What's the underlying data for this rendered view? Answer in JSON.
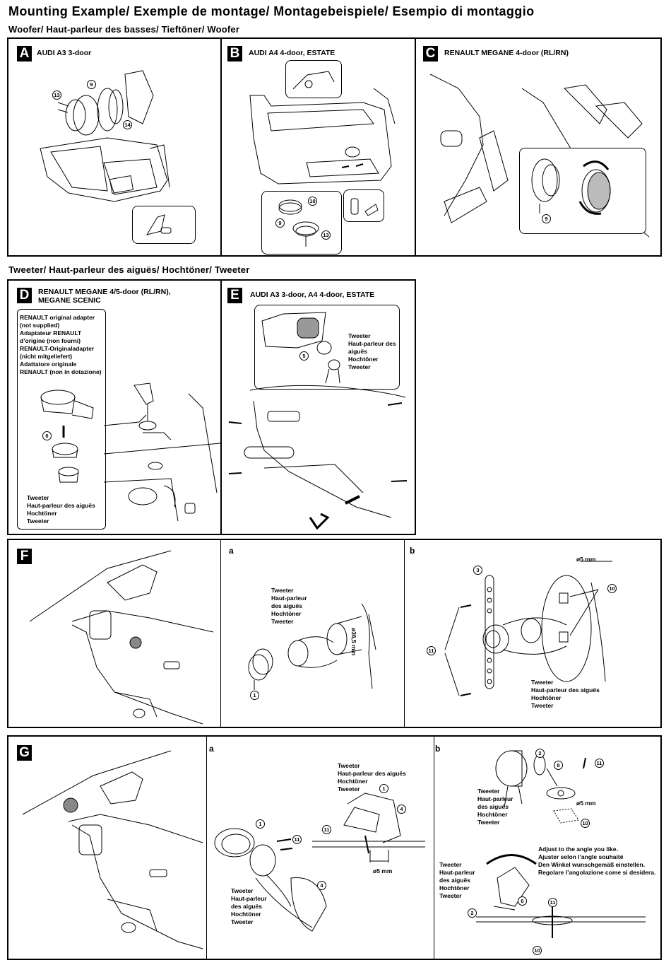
{
  "header": {
    "title": "Mounting Example/ Exemple de montage/ Montagebeispiele/ Esempio di montaggio",
    "woofer_heading": "Woofer/ Haut-parleur des basses/ Tieftöner/ Woofer",
    "tweeter_heading": "Tweeter/ Haut-parleur des aiguës/ Hochtöner/ Tweeter"
  },
  "panels": {
    "A": {
      "letter": "A",
      "title": "AUDI A3 3-door",
      "callouts": [
        "13",
        "9",
        "14"
      ]
    },
    "B": {
      "letter": "B",
      "title": "AUDI A4 4-door, ESTATE",
      "callouts": [
        "10",
        "9",
        "13"
      ]
    },
    "C": {
      "letter": "C",
      "title": "RENAULT MEGANE 4-door (RL/RN)",
      "callouts": [
        "9"
      ]
    },
    "D": {
      "letter": "D",
      "title_line1": "RENAULT MEGANE 4/5-door (RL/RN),",
      "title_line2": "MEGANE SCENIC",
      "adapter_lines": [
        "RENAULT original adapter",
        "(not supplied)",
        "Adaptateur RENAULT",
        "d’origine (non fourni)",
        "RENAULT-Originaladapter",
        "(nicht mitgeliefert)",
        "Adattatore originale",
        "RENAULT (non in dotazione)"
      ],
      "tweeter_lines": [
        "Tweeter",
        "Haut-parleur des aiguës",
        "Hochtöner",
        "Tweeter"
      ],
      "callouts": [
        "6"
      ]
    },
    "E": {
      "letter": "E",
      "title": "AUDI A3 3-door, A4 4-door, ESTATE",
      "tweeter_lines": [
        "Tweeter",
        "Haut-parleur des",
        "aiguës",
        "Hochtöner",
        "Tweeter"
      ],
      "callouts": [
        "5"
      ]
    },
    "F": {
      "letter": "F",
      "sub_a": "a",
      "sub_b": "b",
      "a_tweeter_lines": [
        "Tweeter",
        "Haut-parleur",
        "des aiguës",
        "Hochtöner",
        "Tweeter"
      ],
      "a_dimension": "ø36,5 mm",
      "a_callouts": [
        "1"
      ],
      "b_dimension": "ø5 mm",
      "b_tweeter_lines": [
        "Tweeter",
        "Haut-parleur des aiguës",
        "Hochtöner",
        "Tweeter"
      ],
      "b_callouts": [
        "3",
        "10",
        "11"
      ]
    },
    "G": {
      "letter": "G",
      "sub_a": "a",
      "sub_b": "b",
      "a_top_tweeter_lines": [
        "Tweeter",
        "Haut-parleur des aiguës",
        "Hochtöner",
        "Tweeter"
      ],
      "a_bottom_tweeter_lines": [
        "Tweeter",
        "Haut-parleur",
        "des aiguës",
        "Hochtöner",
        "Tweeter"
      ],
      "a_dimension": "ø5 mm",
      "a_callouts": [
        "1",
        "11",
        "4",
        "1",
        "11",
        "4"
      ],
      "b_top_tweeter_lines": [
        "Tweeter",
        "Haut-parleur",
        "des aiguës",
        "Hochtöner",
        "Tweeter"
      ],
      "b_dimension": "ø5 mm",
      "b_adjust_lines": [
        "Adjust to the angle you like.",
        "Ajuster selon l’angle souhaité",
        "Den Winkel wunschgemäß einstellen.",
        "Regolare l’angolazione come si desidera."
      ],
      "b_bottom_tweeter_lines": [
        "Tweeter",
        "Haut-parleur",
        "des aiguës",
        "Hochtöner",
        "Tweeter"
      ],
      "b_callouts": [
        "2",
        "8",
        "11",
        "10",
        "6",
        "2",
        "11",
        "10"
      ]
    }
  }
}
